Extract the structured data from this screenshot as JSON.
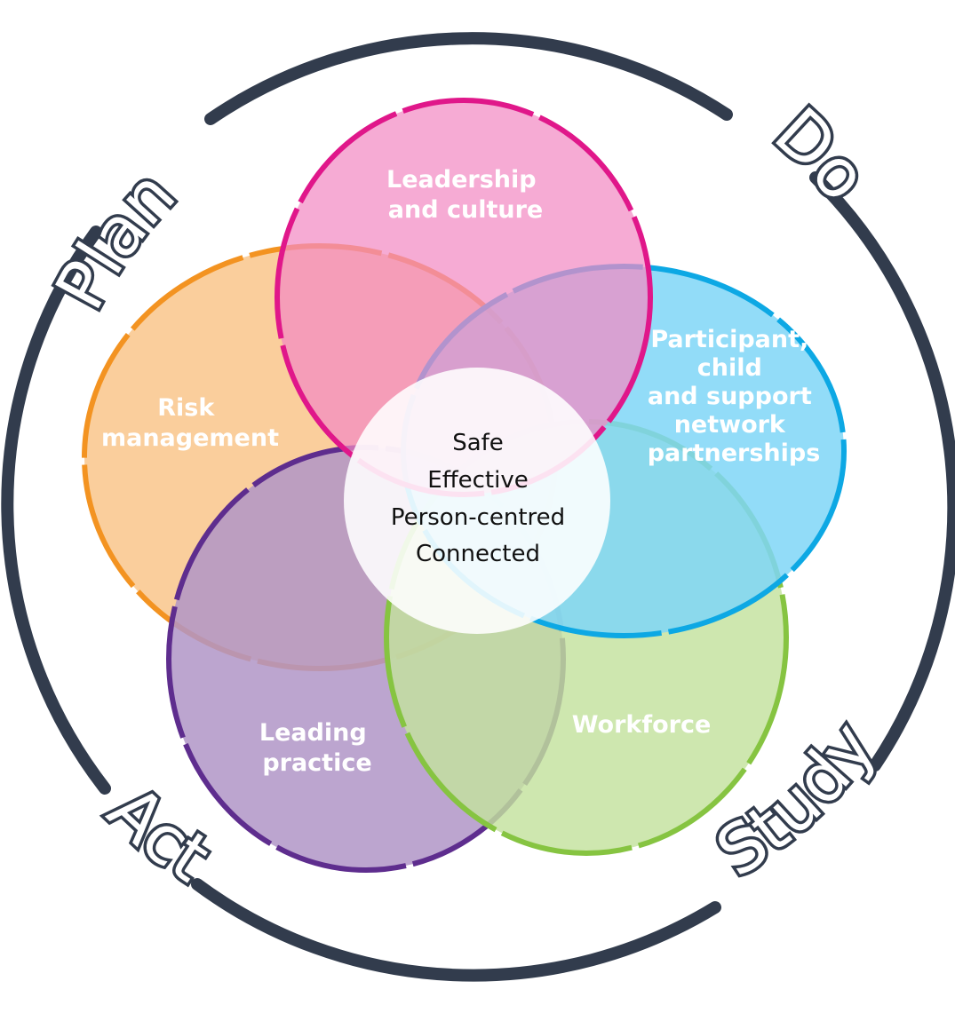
{
  "cycle": {
    "labels": {
      "plan": "Plan",
      "do": "Do",
      "study": "Study",
      "act": "Act"
    },
    "ring_color": "#323c4d"
  },
  "petals": {
    "leadership": {
      "lines": [
        "Leadership",
        "and culture"
      ],
      "fill": "#f38bc4",
      "stroke": "#e0178a"
    },
    "participant": {
      "lines": [
        "Participant,",
        "child",
        "and support",
        "network",
        "partnerships"
      ],
      "fill": "#7fd6f7",
      "stroke": "#0da8e4"
    },
    "workforce": {
      "lines": [
        "Workforce"
      ],
      "fill": "#c3e29d",
      "stroke": "#86c441"
    },
    "leading": {
      "lines": [
        "Leading",
        "practice"
      ],
      "fill": "#b095c7",
      "stroke": "#5e2d8e"
    },
    "risk": {
      "lines": [
        "Risk",
        "management"
      ],
      "fill": "#f9c78e",
      "stroke": "#f39321"
    }
  },
  "center": {
    "lines": [
      "Safe",
      "Effective",
      "Person-centred",
      "Connected"
    ]
  }
}
